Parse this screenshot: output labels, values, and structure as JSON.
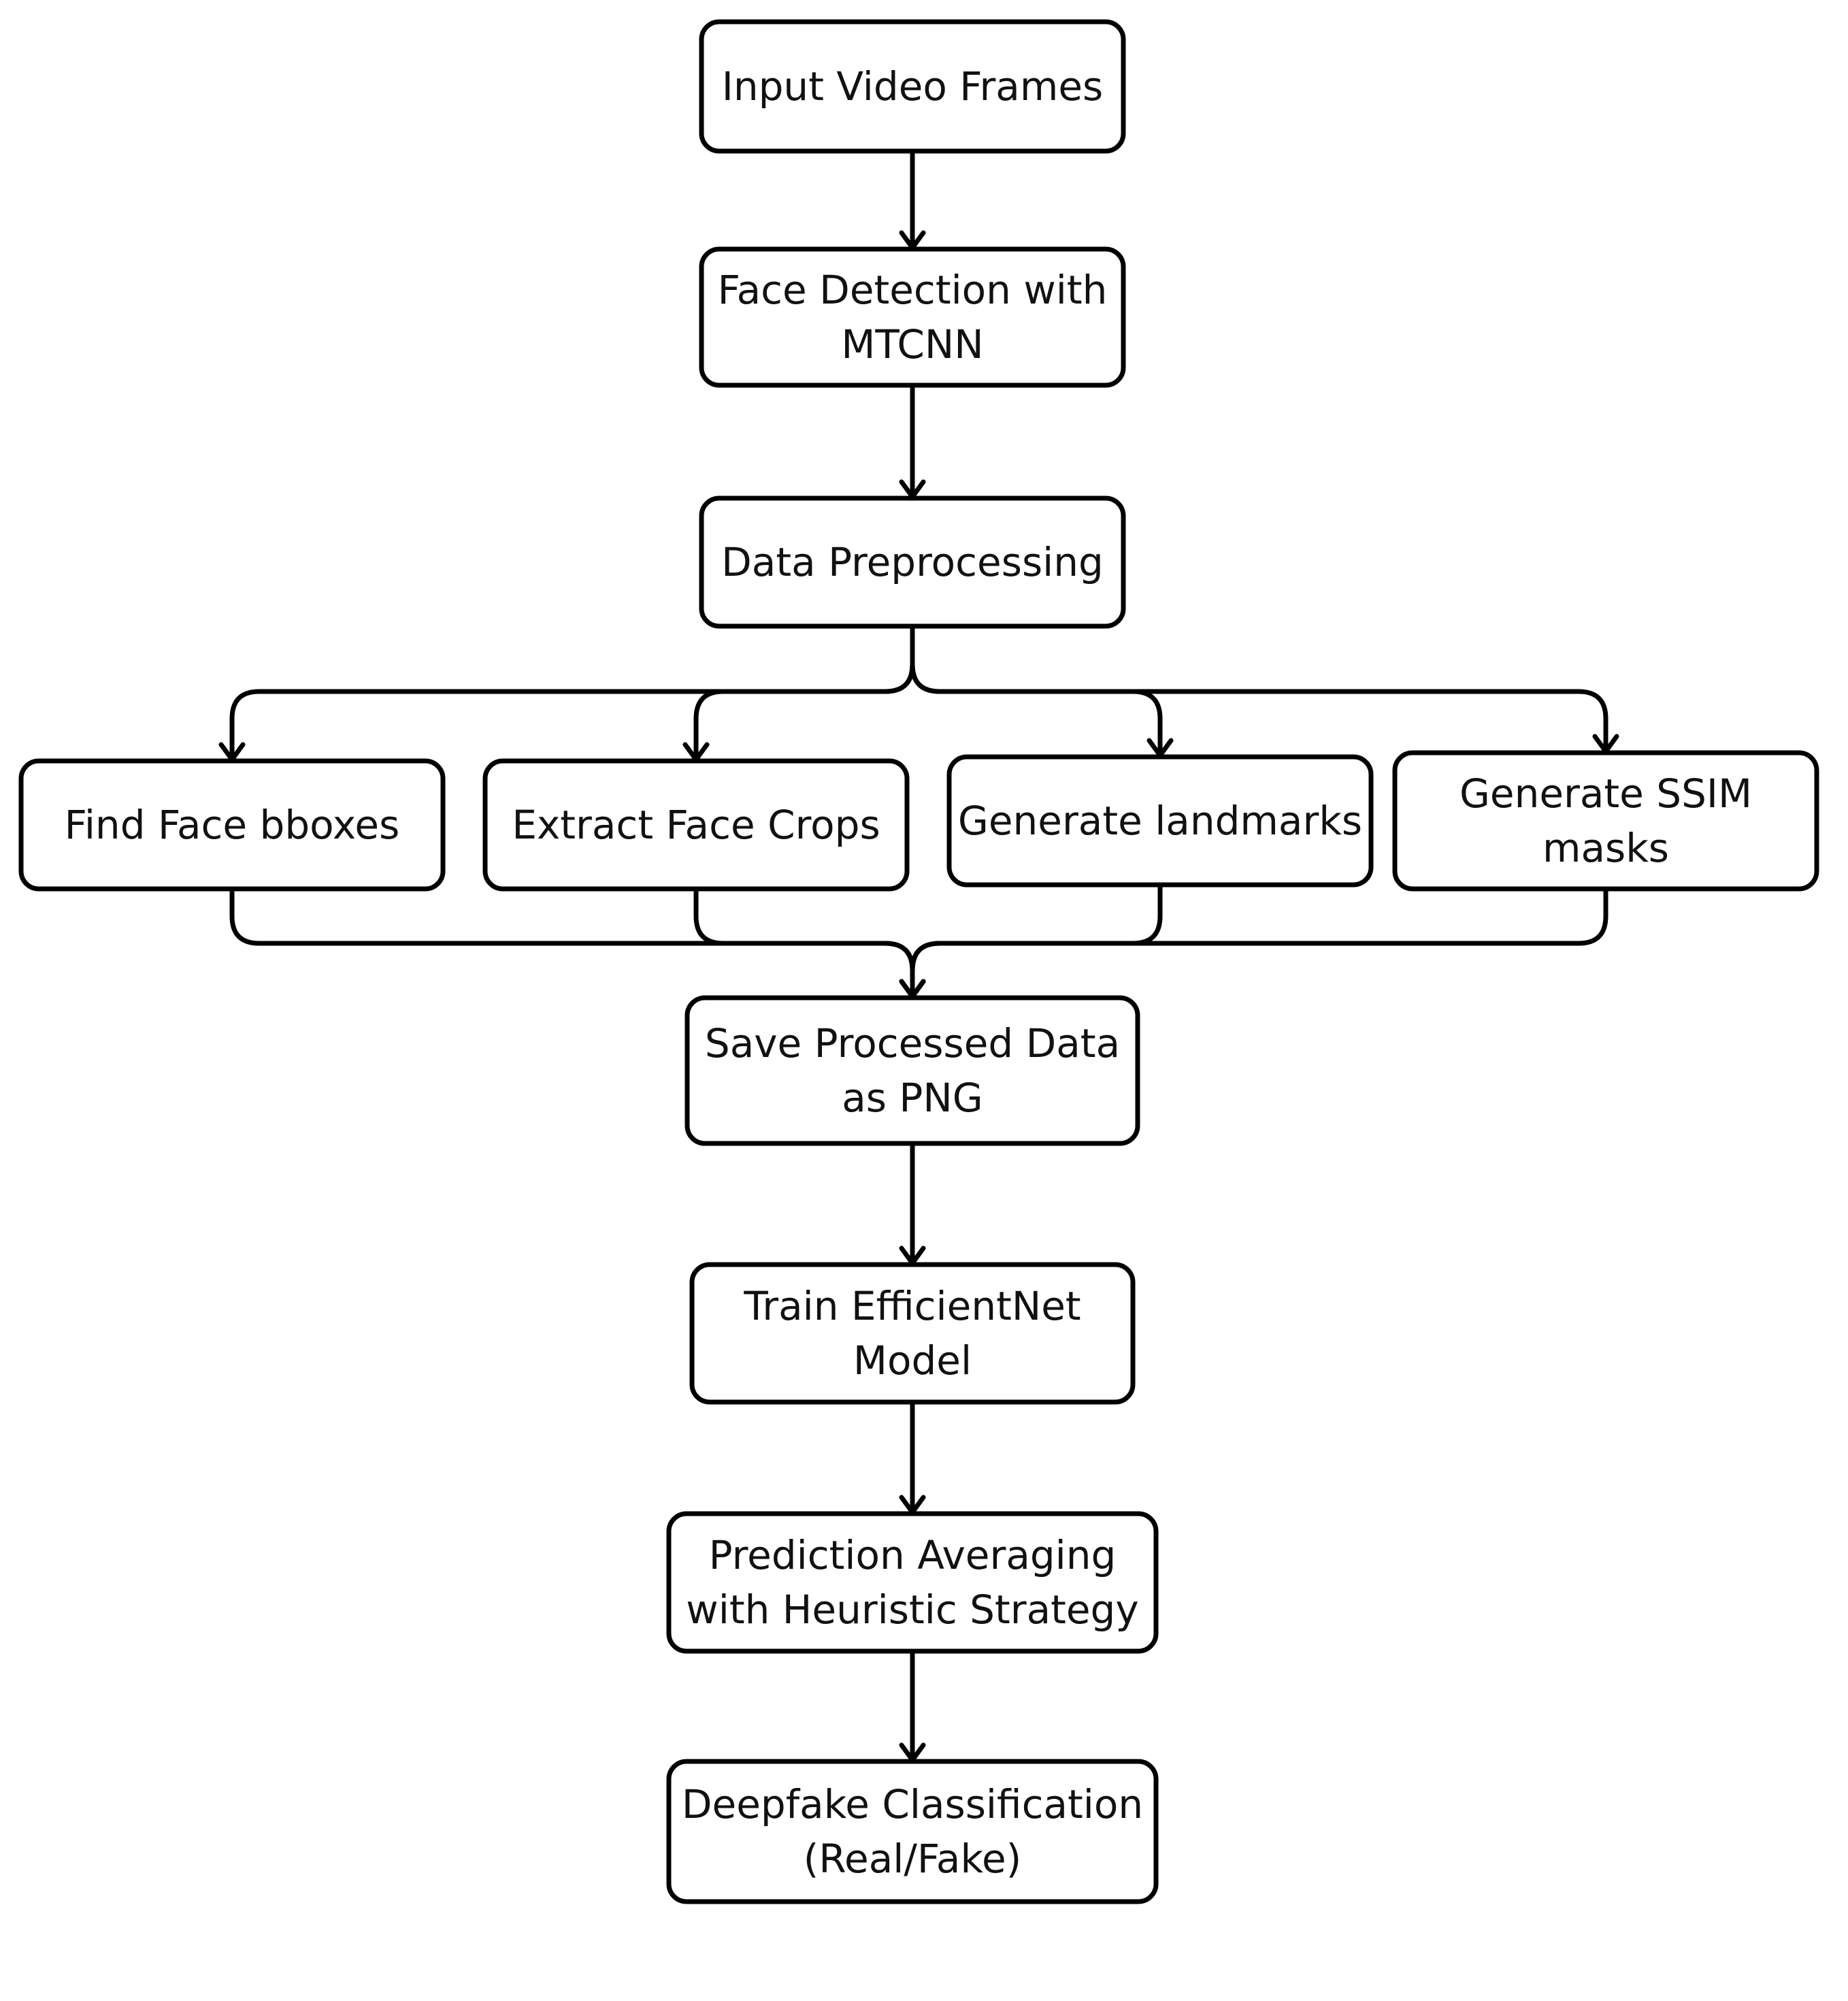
{
  "nodes": {
    "input_frames": {
      "lines": [
        "Input Video Frames"
      ]
    },
    "face_detection": {
      "lines": [
        "Face Detection with",
        "MTCNN"
      ]
    },
    "data_preprocessing": {
      "lines": [
        "Data Preprocessing"
      ]
    },
    "find_bboxes": {
      "lines": [
        "Find Face bboxes"
      ]
    },
    "extract_crops": {
      "lines": [
        "Extract Face Crops"
      ]
    },
    "generate_landmarks": {
      "lines": [
        "Generate landmarks"
      ]
    },
    "generate_ssim": {
      "lines": [
        "Generate SSIM",
        "masks"
      ]
    },
    "save_png": {
      "lines": [
        "Save Processed Data",
        "as PNG"
      ]
    },
    "train_model": {
      "lines": [
        "Train EfficientNet",
        "Model"
      ]
    },
    "prediction_avg": {
      "lines": [
        "Prediction Averaging",
        "with Heuristic Strategy"
      ]
    },
    "classification": {
      "lines": [
        "Deepfake Classification",
        "(Real/Fake)"
      ]
    }
  },
  "edges": [
    {
      "from": "input_frames",
      "to": "face_detection"
    },
    {
      "from": "face_detection",
      "to": "data_preprocessing"
    },
    {
      "from": "data_preprocessing",
      "to": "find_bboxes"
    },
    {
      "from": "data_preprocessing",
      "to": "extract_crops"
    },
    {
      "from": "data_preprocessing",
      "to": "generate_landmarks"
    },
    {
      "from": "data_preprocessing",
      "to": "generate_ssim"
    },
    {
      "from": "find_bboxes",
      "to": "save_png"
    },
    {
      "from": "extract_crops",
      "to": "save_png"
    },
    {
      "from": "generate_landmarks",
      "to": "save_png"
    },
    {
      "from": "generate_ssim",
      "to": "save_png"
    },
    {
      "from": "save_png",
      "to": "train_model"
    },
    {
      "from": "train_model",
      "to": "prediction_avg"
    },
    {
      "from": "prediction_avg",
      "to": "classification"
    }
  ]
}
